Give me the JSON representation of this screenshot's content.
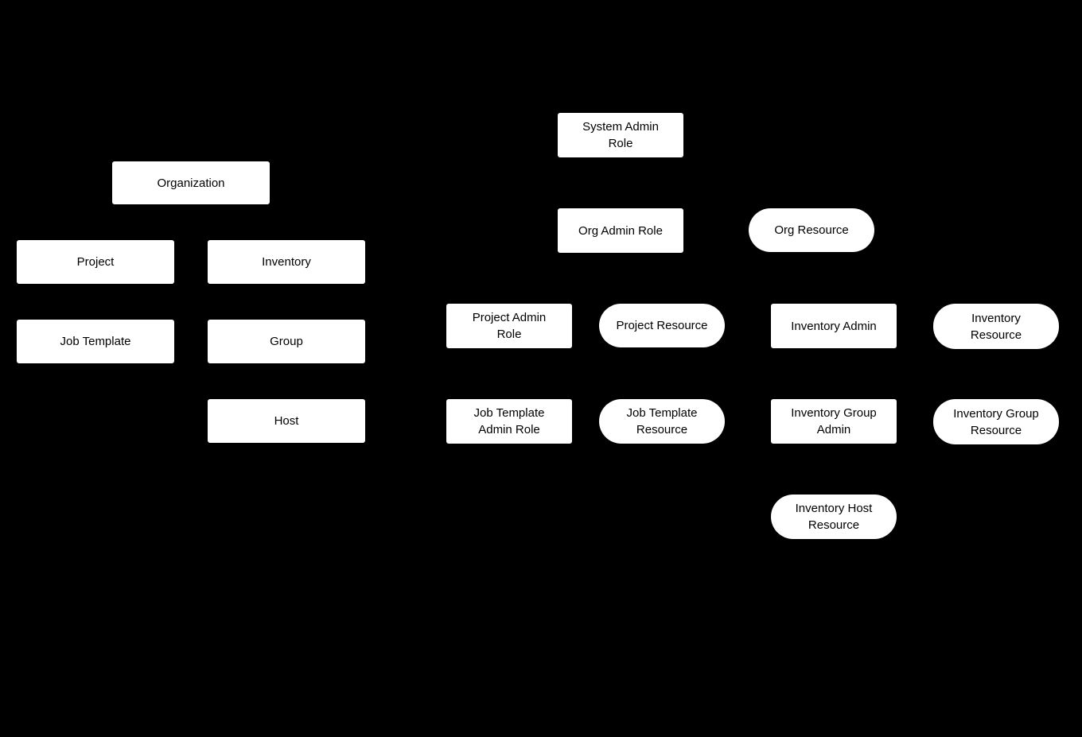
{
  "diagram": {
    "description": "Role-based access control hierarchy diagram with model boxes (rectangles) and role/resource nodes (rectangles and pills) on a black background",
    "colors": {
      "background": "#000000",
      "node_fill": "#ffffff",
      "node_text": "#000000"
    },
    "nodes": [
      {
        "id": "organization",
        "label": "Organization",
        "shape": "rectangle"
      },
      {
        "id": "project",
        "label": "Project",
        "shape": "rectangle"
      },
      {
        "id": "inventory",
        "label": "Inventory",
        "shape": "rectangle"
      },
      {
        "id": "job-template",
        "label": "Job Template",
        "shape": "rectangle"
      },
      {
        "id": "group",
        "label": "Group",
        "shape": "rectangle"
      },
      {
        "id": "host",
        "label": "Host",
        "shape": "rectangle"
      },
      {
        "id": "system-admin-role",
        "label": "System Admin\nRole",
        "shape": "rectangle"
      },
      {
        "id": "org-admin-role",
        "label": "Org Admin Role",
        "shape": "rectangle"
      },
      {
        "id": "org-resource",
        "label": "Org Resource",
        "shape": "pill"
      },
      {
        "id": "project-admin-role",
        "label": "Project Admin\nRole",
        "shape": "rectangle"
      },
      {
        "id": "project-resource",
        "label": "Project Resource",
        "shape": "pill"
      },
      {
        "id": "inventory-admin",
        "label": "Inventory Admin",
        "shape": "rectangle"
      },
      {
        "id": "inventory-resource",
        "label": "Inventory\nResource",
        "shape": "pill"
      },
      {
        "id": "job-template-admin-role",
        "label": "Job Template\nAdmin Role",
        "shape": "rectangle"
      },
      {
        "id": "job-template-resource",
        "label": "Job Template\nResource",
        "shape": "pill"
      },
      {
        "id": "inventory-group-admin",
        "label": "Inventory Group\nAdmin",
        "shape": "rectangle"
      },
      {
        "id": "inventory-group-resource",
        "label": "Inventory Group\nResource",
        "shape": "pill"
      },
      {
        "id": "inventory-host-resource",
        "label": "Inventory Host\nResource",
        "shape": "pill"
      }
    ]
  }
}
